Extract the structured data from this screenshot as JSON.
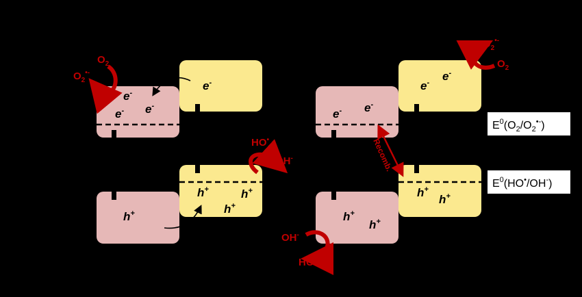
{
  "colors": {
    "background": "#000000",
    "pink_band": "#e6b8b7",
    "yellow_band": "#fbe98f",
    "red_arrow": "#c00000",
    "label_box": "#ffffff"
  },
  "carriers": {
    "electron": "e",
    "electron_sup": "-",
    "hole": "h",
    "hole_sup": "+"
  },
  "species": {
    "o2": "O",
    "o2_sub": "2",
    "superoxide": "O",
    "superoxide_sub": "2",
    "superoxide_sup": "•-",
    "hydroxyl_radical": "HO",
    "hydroxyl_radical_sup": "•",
    "hydroxide": "OH",
    "hydroxide_sup": "-"
  },
  "potentials": {
    "o2_label_prefix": "E",
    "o2_label_sup0": "0",
    "o2_label_open": "(O",
    "o2_label_sub": "2",
    "o2_label_mid": "/O",
    "o2_label_sub2": "2",
    "o2_label_sup": "•-",
    "o2_label_close": ")",
    "oh_label_prefix": "E",
    "oh_label_sup0": "0",
    "oh_label_open": "(HO",
    "oh_label_sup1": "•",
    "oh_label_mid": "/OH",
    "oh_label_sup2": "-",
    "oh_label_close": ")"
  },
  "recombination_label": "Recomb."
}
